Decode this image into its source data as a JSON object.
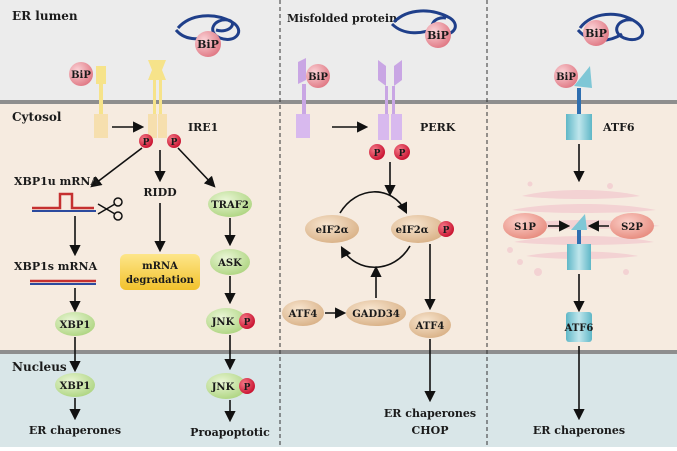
{
  "compartments": {
    "er_lumen": "ER lumen",
    "cytosol": "Cytosol",
    "nucleus": "Nucleus"
  },
  "colors": {
    "er_lumen_bg": "#ececec",
    "cytosol_bg": "#f6ebe0",
    "nucleus_bg": "#d9e6e8",
    "membrane": "#8e8e8e",
    "bip": "#e8848e",
    "phospho": "#d6203a",
    "green_node": "#c9e4a4",
    "tan_node": "#e8c9a4",
    "yellow_box": "#f6d24a",
    "pink_node": "#f0a29a"
  },
  "panels": {
    "ire1": {
      "bip": "BiP",
      "bip_free": "BiP",
      "receptor": "IRE1",
      "phospho": "P",
      "xbp1u_mrna": "XBP1u mRNA",
      "xbp1s_mrna": "XBP1s mRNA",
      "ridd": "RIDD",
      "mrna_degradation_line1": "mRNA",
      "mrna_degradation_line2": "degradation",
      "traf2": "TRAF2",
      "ask": "ASK",
      "jnk": "JNK",
      "jnk_nuc": "JNK",
      "xbp1": "XBP1",
      "xbp1_nuc": "XBP1",
      "output_left": "ER chaperones",
      "output_right": "Proapoptotic"
    },
    "perk": {
      "misfolded": "Misfolded protein",
      "bip": "BiP",
      "bip_free": "BiP",
      "receptor": "PERK",
      "phospho": "P",
      "eif2a_left": "eIF2α",
      "eif2a_right": "eIF2α",
      "atf4_left": "ATF4",
      "gadd34": "GADD34",
      "atf4_right": "ATF4",
      "output_line1": "ER chaperones",
      "output_line2": "CHOP"
    },
    "atf6": {
      "bip": "BiP",
      "bip_free": "BiP",
      "receptor": "ATF6",
      "s1p": "S1P",
      "s2p": "S2P",
      "atf6_frag": "ATF6",
      "output": "ER chaperones"
    }
  }
}
